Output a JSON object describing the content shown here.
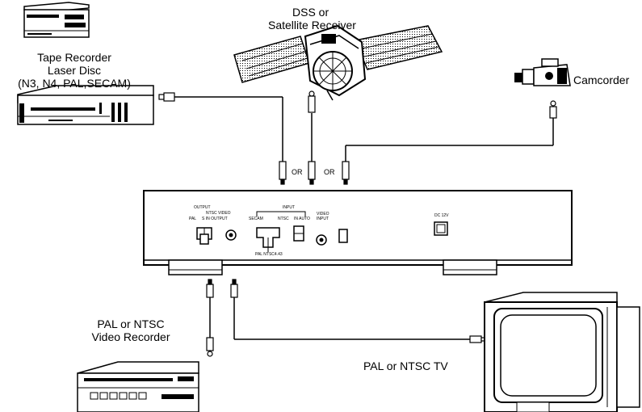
{
  "labels": {
    "dss_line1": "DSS or",
    "dss_line2": "Satellite Receiver",
    "tape_line1": "Tape Recorder",
    "tape_line2": "Laser Disc",
    "tape_line3": "(N3, N4, PAL,SECAM)",
    "camcorder": "Camcorder",
    "vcr_line1": "PAL or NTSC",
    "vcr_line2": "Video Recorder",
    "tv": "PAL or NTSC TV",
    "or1": "OR",
    "or2": "OR"
  },
  "panel": {
    "output_label": "OUTPUT",
    "ntsc_video_label": "NTSC VIDEO",
    "pal_label": "PAL",
    "s_in_output_label": "S IN OUTPUT",
    "input_label": "INPUT",
    "secam_label": "SECAM",
    "ntsc_label": "NTSC",
    "in_auto_label": "IN AUTO",
    "video_input_label1": "VIDEO",
    "video_input_label2": "INPUT",
    "pal_ntsc_label": "PAL NTSC4.43",
    "dc_in_label": "DC 12V"
  }
}
